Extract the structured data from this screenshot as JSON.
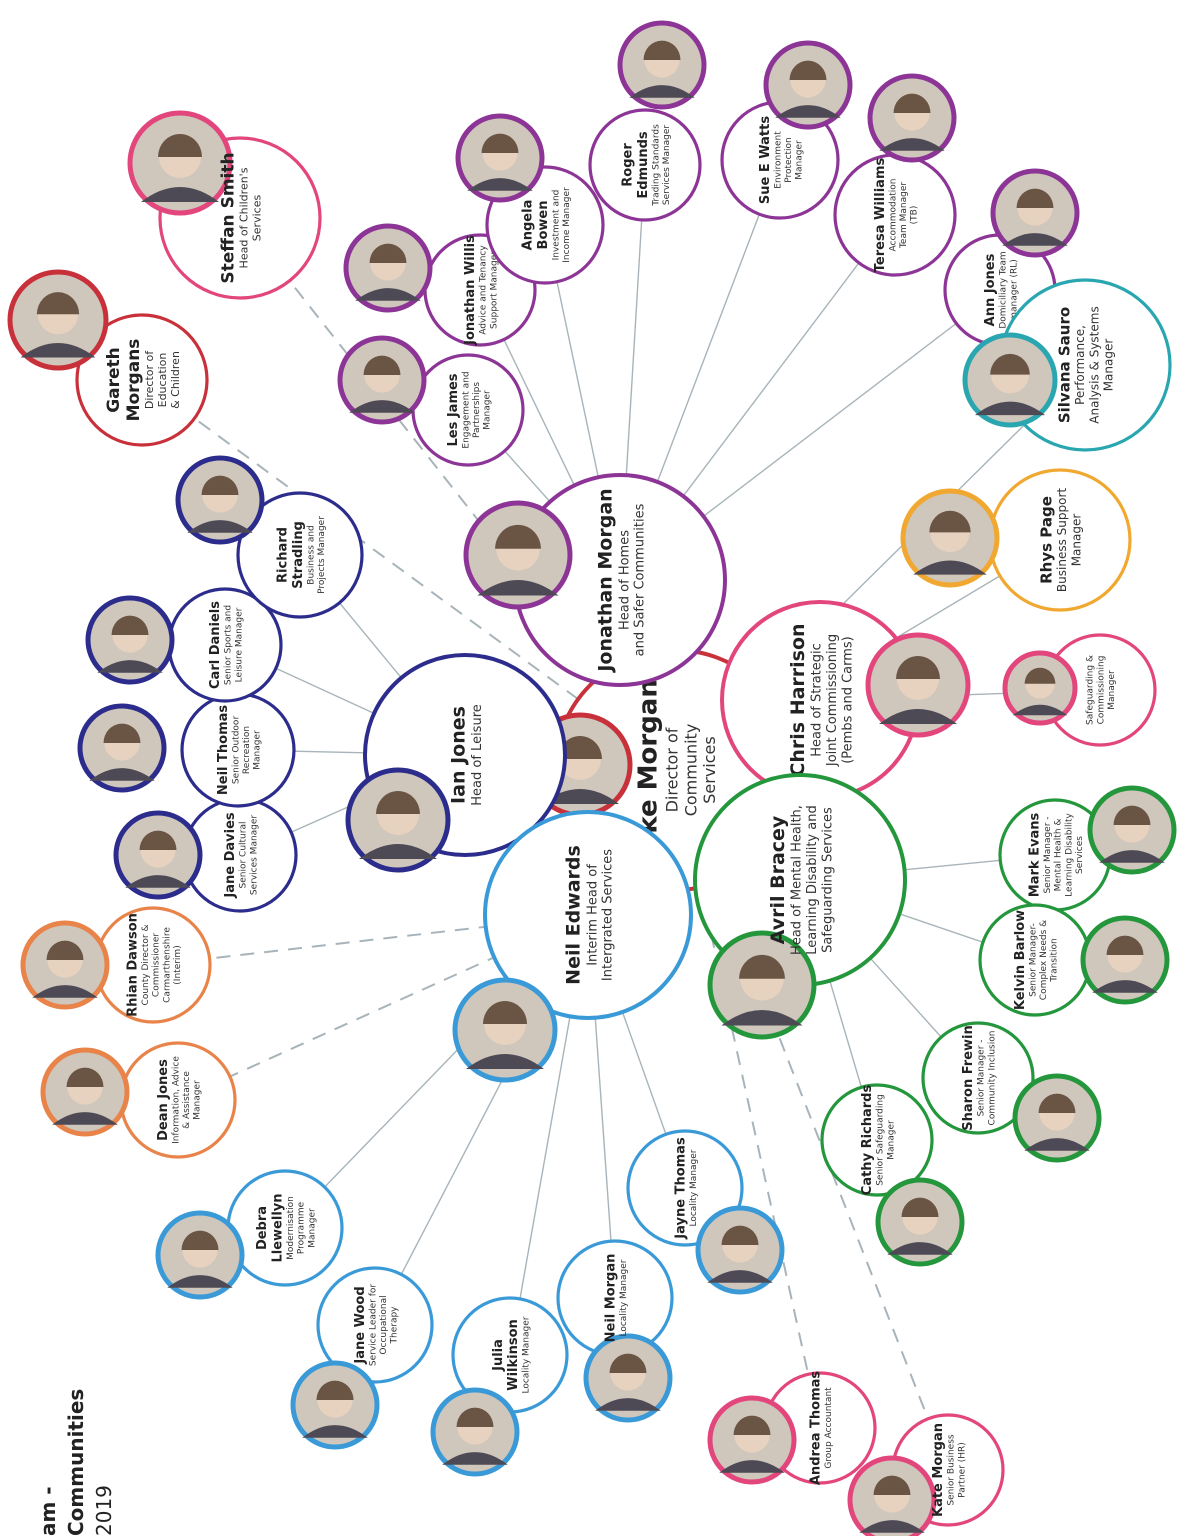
{
  "title": {
    "line1": "am -",
    "line2": "Communities",
    "line3": "2019"
  },
  "colors": {
    "red": "#c8303a",
    "pink": "#e2467c",
    "purple": "#8c3596",
    "navy": "#2c2c8c",
    "green": "#24963c",
    "blue": "#3a9ad8",
    "orange": "#e8844a",
    "teal": "#2aa6b0",
    "yellow": "#f0a830",
    "connector": "#a8b4ba",
    "photo_fill": "#cfc6bc"
  },
  "people": [
    {
      "id": "jake-morgan",
      "color": "red",
      "name": [
        "Jake Morgan"
      ],
      "role": [
        "Director of",
        "Community",
        "Services"
      ]
    },
    {
      "id": "ian-jones",
      "color": "navy",
      "name": [
        "Ian Jones"
      ],
      "role": [
        "Head of Leisure"
      ]
    },
    {
      "id": "jonathan-morgan",
      "color": "purple",
      "name": [
        "Jonathan Morgan"
      ],
      "role": [
        "Head of Homes",
        "and Safer Communities"
      ]
    },
    {
      "id": "chris-harrison",
      "color": "pink",
      "name": [
        "Chris Harrison"
      ],
      "role": [
        "Head of Strategic",
        "Joint Commissioning",
        "(Pembs and Carms)"
      ]
    },
    {
      "id": "avril-bracey",
      "color": "green",
      "name": [
        "Avril Bracey"
      ],
      "role": [
        "Head of Mental Health,",
        "Learning Disability and",
        "Safeguarding Services"
      ]
    },
    {
      "id": "neil-edwards",
      "color": "blue",
      "name": [
        "Neil Edwards"
      ],
      "role": [
        "Interim Head of",
        "Intergrated Services"
      ]
    },
    {
      "id": "jane-davies",
      "color": "navy",
      "name": [
        "Jane Davies"
      ],
      "role": [
        "Senior Cultural",
        "Services Manager"
      ]
    },
    {
      "id": "neil-thomas",
      "color": "navy",
      "name": [
        "Neil Thomas"
      ],
      "role": [
        "Senior Outdoor",
        "Recreation",
        "Manager"
      ]
    },
    {
      "id": "carl-daniels",
      "color": "navy",
      "name": [
        "Carl Daniels"
      ],
      "role": [
        "Senior Sports and",
        "Leisure Manager"
      ]
    },
    {
      "id": "richard-stradling",
      "color": "navy",
      "name": [
        "Richard",
        "Stradling"
      ],
      "role": [
        "Business and",
        "Projects Manager"
      ]
    },
    {
      "id": "gareth-morgans",
      "color": "red",
      "name": [
        "Gareth",
        "Morgans"
      ],
      "role": [
        "Director of",
        "Education",
        "& Children"
      ]
    },
    {
      "id": "steffan-smith",
      "color": "pink",
      "name": [
        "Steffan Smith"
      ],
      "role": [
        "Head of Children's",
        "Services"
      ]
    },
    {
      "id": "les-james",
      "color": "purple",
      "name": [
        "Les James"
      ],
      "role": [
        "Engagement and",
        "Partnerships",
        "Manager"
      ]
    },
    {
      "id": "jonathan-willis",
      "color": "purple",
      "name": [
        "Jonathan Willis"
      ],
      "role": [
        "Advice and Tenancy",
        "Support Manager"
      ]
    },
    {
      "id": "angela-bowen",
      "color": "purple",
      "name": [
        "Angela",
        "Bowen"
      ],
      "role": [
        "Investment and",
        "Income Manager"
      ]
    },
    {
      "id": "roger-edmunds",
      "color": "purple",
      "name": [
        "Roger",
        "Edmunds"
      ],
      "role": [
        "Trading Standards",
        "Services Manager"
      ]
    },
    {
      "id": "sue-e-watts",
      "color": "purple",
      "name": [
        "Sue E Watts"
      ],
      "role": [
        "Environment",
        "Protection",
        "Manager"
      ]
    },
    {
      "id": "teresa-williams",
      "color": "purple",
      "name": [
        "Teresa Williams"
      ],
      "role": [
        "Accommodation",
        "Team Manager",
        "(TB)"
      ]
    },
    {
      "id": "ann-jones",
      "color": "purple",
      "name": [
        "Ann Jones"
      ],
      "role": [
        "Domiciliary Team",
        "manager (RL)"
      ]
    },
    {
      "id": "silvana-sauro",
      "color": "teal",
      "name": [
        "Silvana Sauro"
      ],
      "role": [
        "Performance,",
        "Analysis & Systems",
        "Manager"
      ]
    },
    {
      "id": "rhys-page",
      "color": "yellow",
      "name": [
        "Rhys Page"
      ],
      "role": [
        "Business Support",
        "Manager"
      ]
    },
    {
      "id": "safeguarding-commissioning",
      "color": "pink",
      "name": [],
      "role": [
        "Safeguarding &",
        "Commissioning",
        "Manager"
      ]
    },
    {
      "id": "mark-evans",
      "color": "green",
      "name": [
        "Mark Evans"
      ],
      "role": [
        "Senior Manager -",
        "Mental Health &",
        "Learning Disability",
        "Services"
      ]
    },
    {
      "id": "kelvin-barlow",
      "color": "green",
      "name": [
        "Kelvin Barlow"
      ],
      "role": [
        "Senior Manager-",
        "Complex Needs &",
        "Transition"
      ]
    },
    {
      "id": "sharon-frewin",
      "color": "green",
      "name": [
        "Sharon Frewin"
      ],
      "role": [
        "Senior Manager -",
        "Community Inclusion"
      ]
    },
    {
      "id": "cathy-richards",
      "color": "green",
      "name": [
        "Cathy Richards"
      ],
      "role": [
        "Senior Safeguarding",
        "Manager"
      ]
    },
    {
      "id": "rhian-dawson",
      "color": "orange",
      "name": [
        "Rhian Dawson"
      ],
      "role": [
        "County Director &",
        "Commissioner",
        "Carmarthenshire",
        "(Interim)"
      ]
    },
    {
      "id": "dean-jones",
      "color": "orange",
      "name": [
        "Dean Jones"
      ],
      "role": [
        "Information, Advice",
        "& Assistance",
        "Manager"
      ]
    },
    {
      "id": "debra-llewellyn",
      "color": "blue",
      "name": [
        "Debra",
        "Llewellyn"
      ],
      "role": [
        "Modernisation",
        "Programme",
        "Manager"
      ]
    },
    {
      "id": "jane-wood",
      "color": "blue",
      "name": [
        "Jane Wood"
      ],
      "role": [
        "Service Leader for",
        "Occupational",
        "Therapy"
      ]
    },
    {
      "id": "julia-wilkinson",
      "color": "blue",
      "name": [
        "Julia",
        "Wilkinson"
      ],
      "role": [
        "Locality Manager"
      ]
    },
    {
      "id": "neil-morgan",
      "color": "blue",
      "name": [
        "Neil Morgan"
      ],
      "role": [
        "Locality Manager"
      ]
    },
    {
      "id": "jayne-thomas",
      "color": "blue",
      "name": [
        "Jayne Thomas"
      ],
      "role": [
        "Locality Manager"
      ]
    },
    {
      "id": "andrea-thomas",
      "color": "pink",
      "name": [
        "Andrea Thomas"
      ],
      "role": [
        "Group Accountant"
      ]
    },
    {
      "id": "kate-morgan",
      "color": "pink",
      "name": [
        "Kate Morgan"
      ],
      "role": [
        "Senior Business",
        "Partner (HR)"
      ]
    }
  ],
  "links": [
    {
      "from": "jake-morgan",
      "to": "ian-jones",
      "style": "solid"
    },
    {
      "from": "jake-morgan",
      "to": "jonathan-morgan",
      "style": "solid"
    },
    {
      "from": "jake-morgan",
      "to": "chris-harrison",
      "style": "solid"
    },
    {
      "from": "jake-morgan",
      "to": "avril-bracey",
      "style": "solid"
    },
    {
      "from": "jake-morgan",
      "to": "neil-edwards",
      "style": "solid"
    },
    {
      "from": "jake-morgan",
      "to": "rhys-page",
      "style": "solid"
    },
    {
      "from": "jake-morgan",
      "to": "silvana-sauro",
      "style": "solid"
    },
    {
      "from": "jake-morgan",
      "to": "gareth-morgans",
      "style": "dashed"
    },
    {
      "from": "jake-morgan",
      "to": "steffan-smith",
      "style": "dashed"
    },
    {
      "from": "jake-morgan",
      "to": "andrea-thomas",
      "style": "dashed"
    },
    {
      "from": "jake-morgan",
      "to": "kate-morgan",
      "style": "dashed"
    },
    {
      "from": "ian-jones",
      "to": "jane-davies",
      "style": "solid"
    },
    {
      "from": "ian-jones",
      "to": "neil-thomas",
      "style": "solid"
    },
    {
      "from": "ian-jones",
      "to": "carl-daniels",
      "style": "solid"
    },
    {
      "from": "ian-jones",
      "to": "richard-stradling",
      "style": "solid"
    },
    {
      "from": "jonathan-morgan",
      "to": "les-james",
      "style": "solid"
    },
    {
      "from": "jonathan-morgan",
      "to": "jonathan-willis",
      "style": "solid"
    },
    {
      "from": "jonathan-morgan",
      "to": "angela-bowen",
      "style": "solid"
    },
    {
      "from": "jonathan-morgan",
      "to": "roger-edmunds",
      "style": "solid"
    },
    {
      "from": "jonathan-morgan",
      "to": "sue-e-watts",
      "style": "solid"
    },
    {
      "from": "jonathan-morgan",
      "to": "teresa-williams",
      "style": "solid"
    },
    {
      "from": "jonathan-morgan",
      "to": "ann-jones",
      "style": "solid"
    },
    {
      "from": "chris-harrison",
      "to": "safeguarding-commissioning",
      "style": "solid"
    },
    {
      "from": "avril-bracey",
      "to": "mark-evans",
      "style": "solid"
    },
    {
      "from": "avril-bracey",
      "to": "kelvin-barlow",
      "style": "solid"
    },
    {
      "from": "avril-bracey",
      "to": "sharon-frewin",
      "style": "solid"
    },
    {
      "from": "avril-bracey",
      "to": "cathy-richards",
      "style": "solid"
    },
    {
      "from": "neil-edwards",
      "to": "rhian-dawson",
      "style": "dashed"
    },
    {
      "from": "neil-edwards",
      "to": "dean-jones",
      "style": "dashed"
    },
    {
      "from": "neil-edwards",
      "to": "debra-llewellyn",
      "style": "solid"
    },
    {
      "from": "neil-edwards",
      "to": "jane-wood",
      "style": "solid"
    },
    {
      "from": "neil-edwards",
      "to": "julia-wilkinson",
      "style": "solid"
    },
    {
      "from": "neil-edwards",
      "to": "neil-morgan",
      "style": "solid"
    },
    {
      "from": "neil-edwards",
      "to": "jayne-thomas",
      "style": "solid"
    }
  ]
}
